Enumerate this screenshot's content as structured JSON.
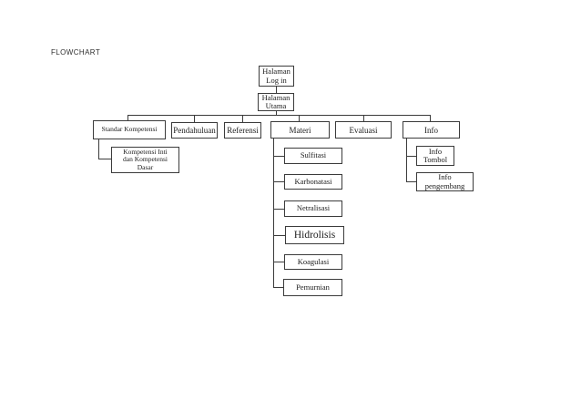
{
  "title": "FLOWCHART",
  "colors": {
    "background": "#ffffff",
    "line": "#3b3b3b",
    "box_fill": "#ffffff",
    "text": "#1c1c1c"
  },
  "flowchart": {
    "type": "hierarchy",
    "nodes": {
      "halaman_login": "Halaman\nLog in",
      "halaman_utama": "Halaman\nUtama",
      "standar_kompetensi": "Standar Kompetensi",
      "pendahuluan": "Pendahuluan",
      "referensi": "Referensi",
      "materi": "Materi",
      "evaluasi": "Evaluasi",
      "info": "Info",
      "kompetensi_inti": "Kompetensi Inti\ndan Kompetensi\nDasar",
      "sulfitasi": "Sulfitasi",
      "karbonatasi": "Karbonatasi",
      "netralisasi": "Netralisasi",
      "hidrolisis": "Hidrolisis",
      "koagulasi": "Koagulasi",
      "pemurnian": "Pemurnian",
      "info_tombol": "Info\nTombol",
      "info_pengembang": "Info\npengembang"
    },
    "edges": [
      [
        "halaman_login",
        "halaman_utama"
      ],
      [
        "halaman_utama",
        "standar_kompetensi"
      ],
      [
        "halaman_utama",
        "pendahuluan"
      ],
      [
        "halaman_utama",
        "referensi"
      ],
      [
        "halaman_utama",
        "materi"
      ],
      [
        "halaman_utama",
        "evaluasi"
      ],
      [
        "halaman_utama",
        "info"
      ],
      [
        "standar_kompetensi",
        "kompetensi_inti"
      ],
      [
        "materi",
        "sulfitasi"
      ],
      [
        "materi",
        "karbonatasi"
      ],
      [
        "materi",
        "netralisasi"
      ],
      [
        "materi",
        "hidrolisis"
      ],
      [
        "materi",
        "koagulasi"
      ],
      [
        "materi",
        "pemurnian"
      ],
      [
        "info",
        "info_tombol"
      ],
      [
        "info",
        "info_pengembang"
      ]
    ]
  }
}
